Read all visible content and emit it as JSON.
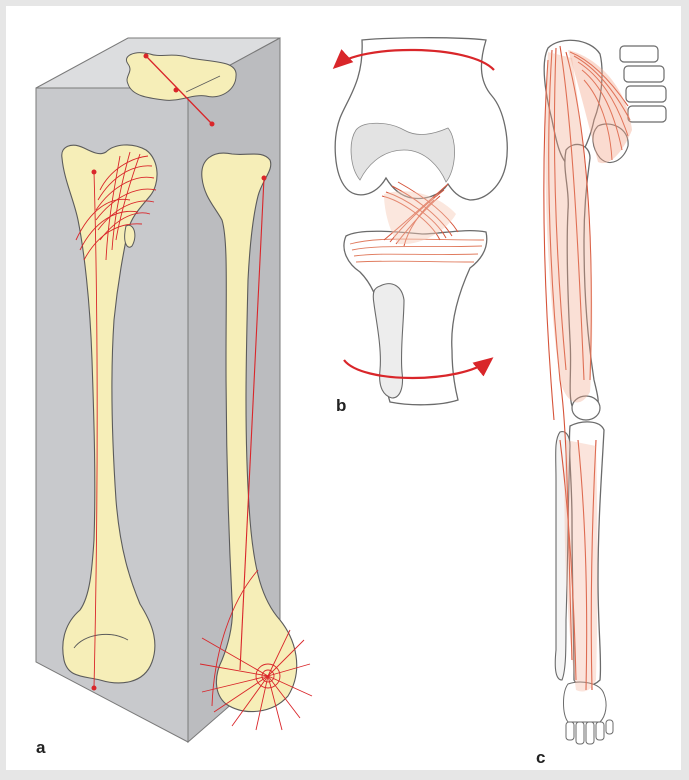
{
  "figure": {
    "panels": [
      {
        "id": "a",
        "label": "a"
      },
      {
        "id": "b",
        "label": "b"
      },
      {
        "id": "c",
        "label": "c"
      }
    ]
  },
  "colors": {
    "background": "#e6e6e6",
    "panel": "#ffffff",
    "block_front": "#c8c9cc",
    "block_side": "#bbbcbf",
    "block_top": "#dcdddf",
    "bone": "#f6eeb8",
    "bone_outline": "#5b5b5b",
    "trabecular_line": "#d9262a",
    "muscle": "#f2a58a",
    "muscle_line": "#d6543a",
    "arrow": "#d9262a",
    "skeleton_outline": "#6b6b6b"
  }
}
